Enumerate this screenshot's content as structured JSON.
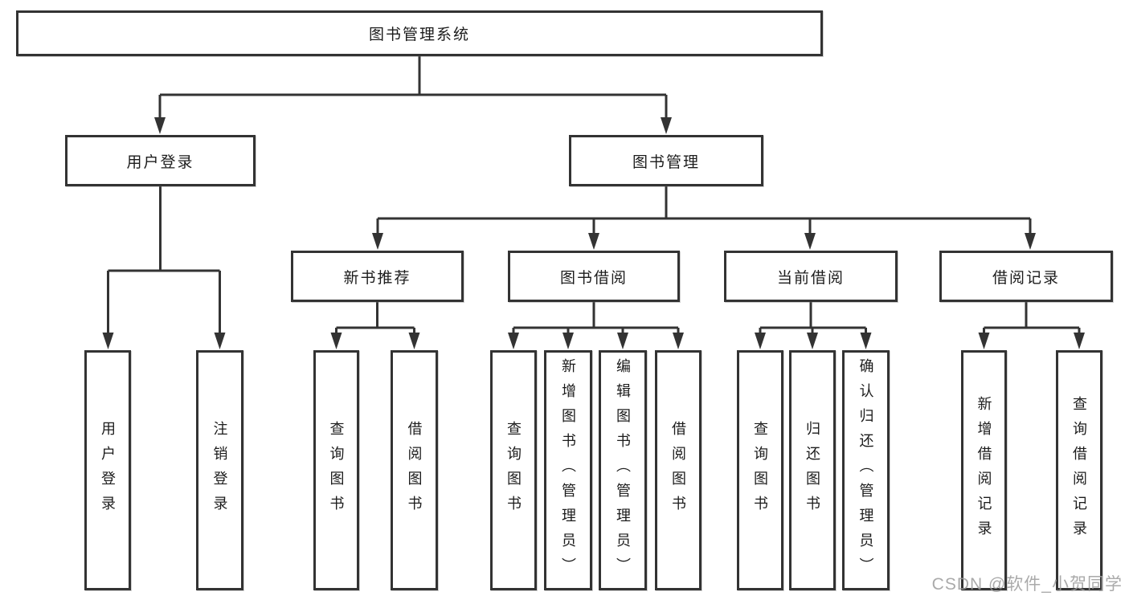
{
  "diagram": {
    "type": "tree",
    "line_color": "#333333",
    "box_background": "#ffffff",
    "nodes": {
      "root": {
        "label": "图书管理系统"
      },
      "user_login": {
        "label": "用户登录"
      },
      "book_mgmt": {
        "label": "图书管理"
      },
      "new_book_rec": {
        "label": "新书推荐"
      },
      "book_borrow": {
        "label": "图书借阅"
      },
      "current_borrow": {
        "label": "当前借阅"
      },
      "borrow_record": {
        "label": "借阅记录"
      },
      "login": {
        "label": "用户登录"
      },
      "logout": {
        "label": "注销登录"
      },
      "rec_query_book": {
        "label": "查询图书"
      },
      "rec_borrow_book": {
        "label": "借阅图书"
      },
      "bor_query_book": {
        "label": "查询图书"
      },
      "bor_add_book": {
        "label": "新增图书（管理员）"
      },
      "bor_edit_book": {
        "label": "编辑图书（管理员）"
      },
      "bor_borrow_book": {
        "label": "借阅图书"
      },
      "cur_query_book": {
        "label": "查询图书"
      },
      "cur_return_book": {
        "label": "归还图书"
      },
      "cur_confirm_return": {
        "label": "确认归还（管理员）"
      },
      "rcd_add_record": {
        "label": "新增借阅记录"
      },
      "rcd_query_record": {
        "label": "查询借阅记录"
      }
    },
    "edges": [
      [
        "root",
        "user_login"
      ],
      [
        "root",
        "book_mgmt"
      ],
      [
        "user_login",
        "login"
      ],
      [
        "user_login",
        "logout"
      ],
      [
        "book_mgmt",
        "new_book_rec"
      ],
      [
        "book_mgmt",
        "book_borrow"
      ],
      [
        "book_mgmt",
        "current_borrow"
      ],
      [
        "book_mgmt",
        "borrow_record"
      ],
      [
        "new_book_rec",
        "rec_query_book"
      ],
      [
        "new_book_rec",
        "rec_borrow_book"
      ],
      [
        "book_borrow",
        "bor_query_book"
      ],
      [
        "book_borrow",
        "bor_add_book"
      ],
      [
        "book_borrow",
        "bor_edit_book"
      ],
      [
        "book_borrow",
        "bor_borrow_book"
      ],
      [
        "current_borrow",
        "cur_query_book"
      ],
      [
        "current_borrow",
        "cur_return_book"
      ],
      [
        "current_borrow",
        "cur_confirm_return"
      ],
      [
        "borrow_record",
        "rcd_add_record"
      ],
      [
        "borrow_record",
        "rcd_query_record"
      ]
    ]
  },
  "watermark": {
    "text": "CSDN @软件_小贺同学"
  }
}
